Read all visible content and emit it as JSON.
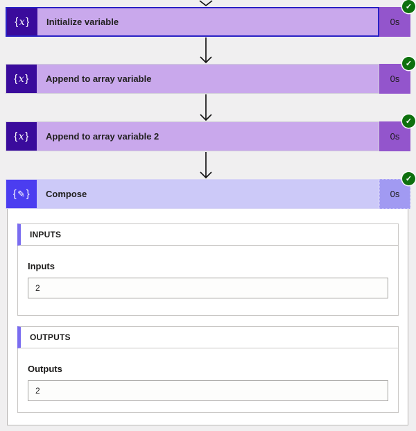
{
  "flow": {
    "nodes": [
      {
        "title": "Initialize variable",
        "duration": "0s",
        "status": "succeeded",
        "selected": true,
        "icon": {
          "left": "{",
          "glyph": "x",
          "right": "}"
        }
      },
      {
        "title": "Append to array variable",
        "duration": "0s",
        "status": "succeeded",
        "icon": {
          "left": "{",
          "glyph": "x",
          "right": "}"
        }
      },
      {
        "title": "Append to array variable 2",
        "duration": "0s",
        "status": "succeeded",
        "icon": {
          "left": "{",
          "glyph": "x",
          "right": "}"
        }
      },
      {
        "title": "Compose",
        "duration": "0s",
        "status": "succeeded",
        "icon": {
          "left": "{",
          "glyph": "✎",
          "right": "}"
        }
      }
    ],
    "status_check_glyph": "✓"
  },
  "compose_panel": {
    "inputs": {
      "header": "INPUTS",
      "label": "Inputs",
      "value": "2"
    },
    "outputs": {
      "header": "OUTPUTS",
      "label": "Outputs",
      "value": "2"
    }
  },
  "colors": {
    "canvas_bg": "#f0eff0",
    "variable_icon_bg": "#3a0b9c",
    "variable_body_bg": "#c9a8ec",
    "variable_duration_bg": "#9355cc",
    "selected_border": "#2a21c4",
    "compose_icon_bg": "#4b3df0",
    "compose_body_bg": "#ccc9f8",
    "compose_duration_bg": "#a19af2",
    "status_green": "#0e700e",
    "section_accent": "#7a6cf0"
  }
}
